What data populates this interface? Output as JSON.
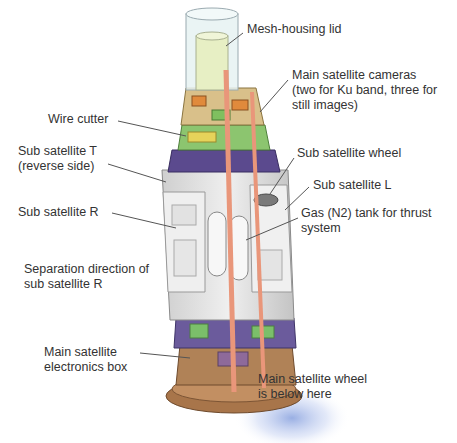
{
  "diagram": {
    "labels": [
      "Mesh-housing lid",
      "Main satellite cameras (two for Ku band, three for still images)",
      "Wire cutter",
      "Sub satellite T (reverse side)",
      "Sub satellite wheel",
      "Sub satellite L",
      "Gas (N2) tank for thrust system",
      "Sub satellite R",
      "Separation direction of sub satellite R",
      "Main satellite electronics box",
      "Main satellite wheel is below here"
    ]
  }
}
